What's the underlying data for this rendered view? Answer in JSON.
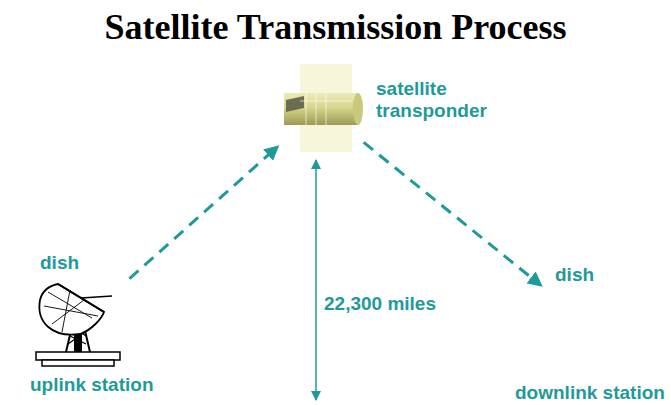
{
  "diagram": {
    "title": "Satellite Transmission Process",
    "nodes": [
      {
        "text": [
          "satellite transponder"
        ]
      },
      {
        "text": [
          "dish",
          "uplink station"
        ]
      },
      {
        "text": [
          "dish",
          "downlink station"
        ]
      }
    ],
    "edges": [
      {
        "from": 1,
        "to": 0,
        "arrow": "to"
      },
      {
        "from": 0,
        "to": 2,
        "arrow": "to"
      }
    ],
    "labels": [
      "22,300 miles"
    ]
  }
}
